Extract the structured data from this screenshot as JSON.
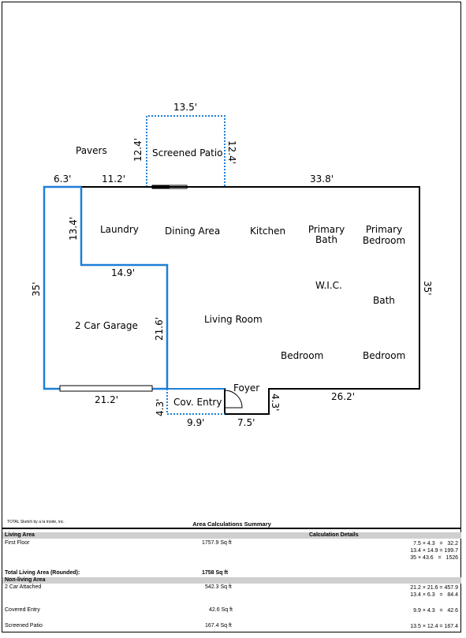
{
  "floorplan": {
    "rooms": {
      "pavers": "Pavers",
      "screened_patio": "Screened Patio",
      "laundry": "Laundry",
      "dining_area": "Dining Area",
      "kitchen": "Kitchen",
      "primary_bath": [
        "Primary",
        "Bath"
      ],
      "primary_bedroom": [
        "Primary",
        "Bedroom"
      ],
      "wic": "W.I.C.",
      "bath": "Bath",
      "garage": "2 Car Garage",
      "living_room": "Living Room",
      "bedroom_1": "Bedroom",
      "bedroom_2": "Bedroom",
      "foyer": "Foyer",
      "cov_entry": "Cov. Entry"
    },
    "dimensions": {
      "patio_top": "13.5'",
      "patio_left": "12.4'",
      "patio_right": "12.4'",
      "garage_top": "6.3'",
      "top_mid": "11.2'",
      "top_right": "33.8'",
      "laundry_vertical": "13.4'",
      "laundry_bottom": "14.9'",
      "garage_left": "35'",
      "right_side": "35'",
      "garage_right": "21.6'",
      "garage_bottom": "21.2'",
      "entry_left": "4.3'",
      "entry_bottom": "9.9'",
      "foyer_bottom": "7.5'",
      "foyer_right": "4.3'",
      "bottom_right": "26.2'"
    },
    "colors": {
      "living_walls": "#000000",
      "non_living_walls": "#1e7fd6",
      "patio_dotted": "#1e7fd6"
    }
  },
  "credit": "TOTAL Sketch by a la mode, inc.",
  "summary": {
    "title": "Area Calculations Summary",
    "living_area_header": "Living Area",
    "calc_details_header": "Calculation Details",
    "first_floor_label": "First Floor",
    "first_floor_area": "1757.9 Sq ft",
    "first_floor_calcs": "7.5 × 4.3   =   32.2\n13.4 × 14.9 = 199.7\n35 × 43.6   =   1526",
    "total_label": "Total Living Area (Rounded):",
    "total_value": "1758 Sq ft",
    "non_living_header": "Non-living Area",
    "garage_label": "2 Car Attached",
    "garage_area": "542.3 Sq ft",
    "garage_calcs": "21.2 × 21.6 = 457.9\n13.4 × 6.3   =   84.4",
    "covered_label": "Covered Entry",
    "covered_area": "42.6 Sq ft",
    "covered_calcs": "9.9 × 4.3   =   42.6",
    "patio_label": "Screened Patio",
    "patio_area": "167.4 Sq ft",
    "patio_calcs": "13.5 × 12.4 = 167.4"
  }
}
